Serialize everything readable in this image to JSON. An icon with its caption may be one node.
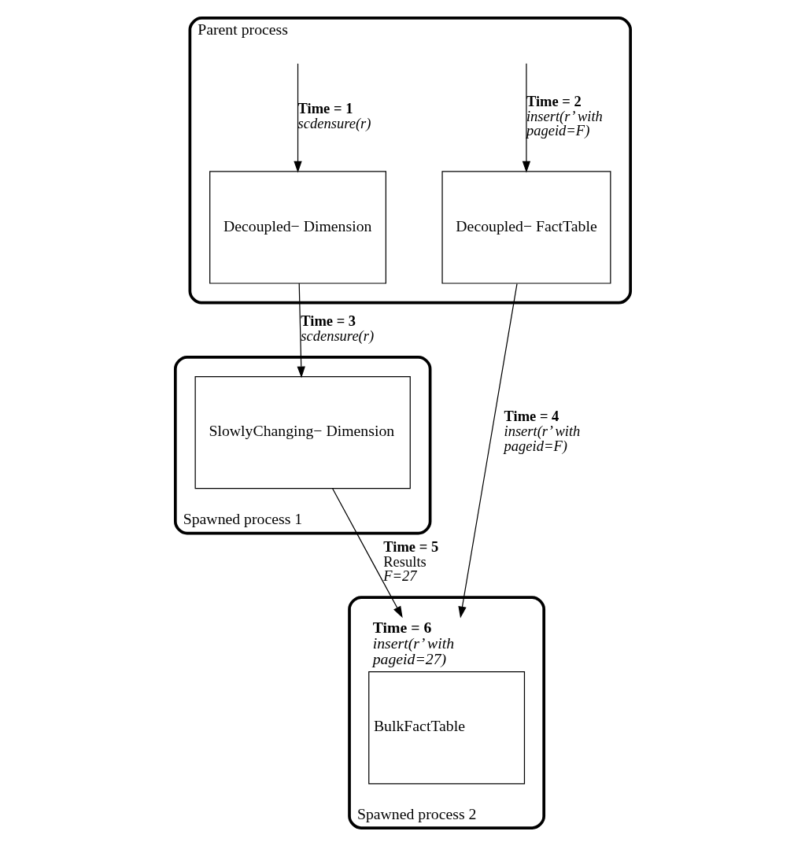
{
  "diagram": {
    "nodes": [
      {
        "text": [
          "Parent process"
        ]
      },
      {
        "text": [
          "Decoupled− Dimension"
        ],
        "in": 0
      },
      {
        "text": [
          "Decoupled− FactTable"
        ],
        "in": 0
      },
      {
        "text": [
          "Spawned process 1"
        ]
      },
      {
        "text": [
          "SlowlyChanging− Dimension"
        ],
        "in": 3
      },
      {
        "text": [
          "Spawned process 2"
        ]
      },
      {
        "text": [
          "BulkFactTable"
        ],
        "in": 5,
        "beside": [
          "**Time = 6** *insert(r’ with pageid=27)*"
        ]
      }
    ],
    "edges": [
      {
        "from": null,
        "to": 1,
        "arrow": "to",
        "label": "**Time = 1** *scdensure(r)*"
      },
      {
        "from": null,
        "to": 2,
        "arrow": "to",
        "label": "**Time = 2** *insert(r’ with pageid=F)*"
      },
      {
        "from": 1,
        "to": 4,
        "arrow": "to",
        "label": "**Time = 3** *scdensure(r)*"
      },
      {
        "from": 2,
        "to": 6,
        "arrow": "to",
        "label": "**Time = 4** *insert(r’ with pageid=F)*"
      },
      {
        "from": 4,
        "to": 6,
        "arrow": "to",
        "label": "**Time = 5** Results *F=27*"
      }
    ]
  }
}
